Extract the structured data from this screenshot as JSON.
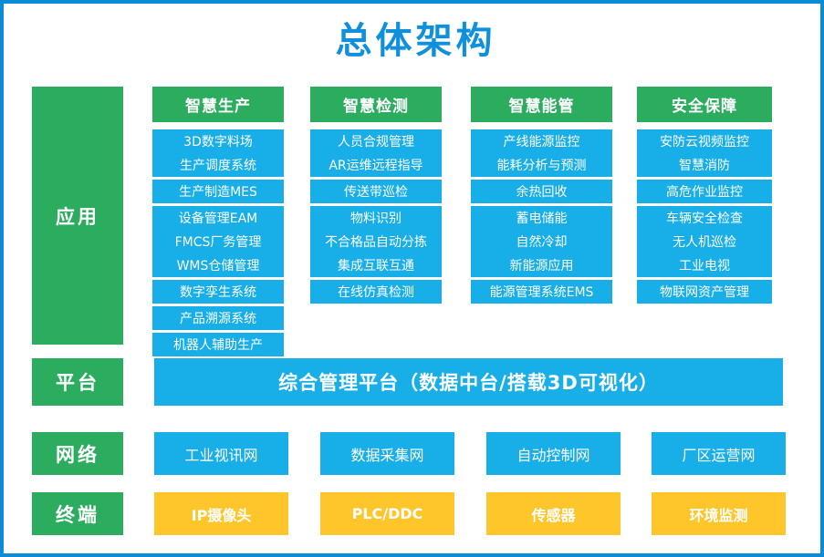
{
  "title": "总体架构",
  "colors": {
    "green": "#2bac5f",
    "blue": "#18aee8",
    "yellow": "#ffc62b",
    "title_blue": "#0f90dd",
    "border_blue": "#0c8bd9"
  },
  "rows": {
    "application": "应用",
    "platform": "平台",
    "network": "网络",
    "terminal": "终端"
  },
  "application": {
    "columns": [
      {
        "header": "智慧生产",
        "groups": [
          [
            "3D数字料场",
            "生产调度系统"
          ],
          [
            "生产制造MES"
          ],
          [
            "设备管理EAM",
            "FMCS厂务管理",
            "WMS仓储管理"
          ],
          [
            "数字孪生系统"
          ],
          [
            "产品溯源系统"
          ],
          [
            "机器人辅助生产"
          ]
        ]
      },
      {
        "header": "智慧检测",
        "groups": [
          [
            "人员合规管理",
            "AR运维远程指导"
          ],
          [
            "传送带巡检"
          ],
          [
            "物料识别",
            "不合格品自动分拣",
            "集成互联互通"
          ],
          [
            "在线仿真检测"
          ]
        ]
      },
      {
        "header": "智慧能管",
        "groups": [
          [
            "产线能源监控",
            "能耗分析与预测"
          ],
          [
            "余热回收"
          ],
          [
            "蓄电储能",
            "自然冷却",
            "新能源应用"
          ],
          [
            "能源管理系统EMS"
          ]
        ]
      },
      {
        "header": "安全保障",
        "groups": [
          [
            "安防云视频监控",
            "智慧消防"
          ],
          [
            "高危作业监控"
          ],
          [
            "车辆安全检查",
            "无人机巡检",
            "工业电视"
          ],
          [
            "物联网资产管理"
          ]
        ]
      }
    ]
  },
  "platform": {
    "label": "综合管理平台（数据中台/搭载3D可视化）"
  },
  "network": {
    "tiles": [
      "工业视讯网",
      "数据采集网",
      "自动控制网",
      "厂区运营网"
    ]
  },
  "terminal": {
    "tiles": [
      "IP摄像头",
      "PLC/DDC",
      "传感器",
      "环境监测"
    ]
  }
}
